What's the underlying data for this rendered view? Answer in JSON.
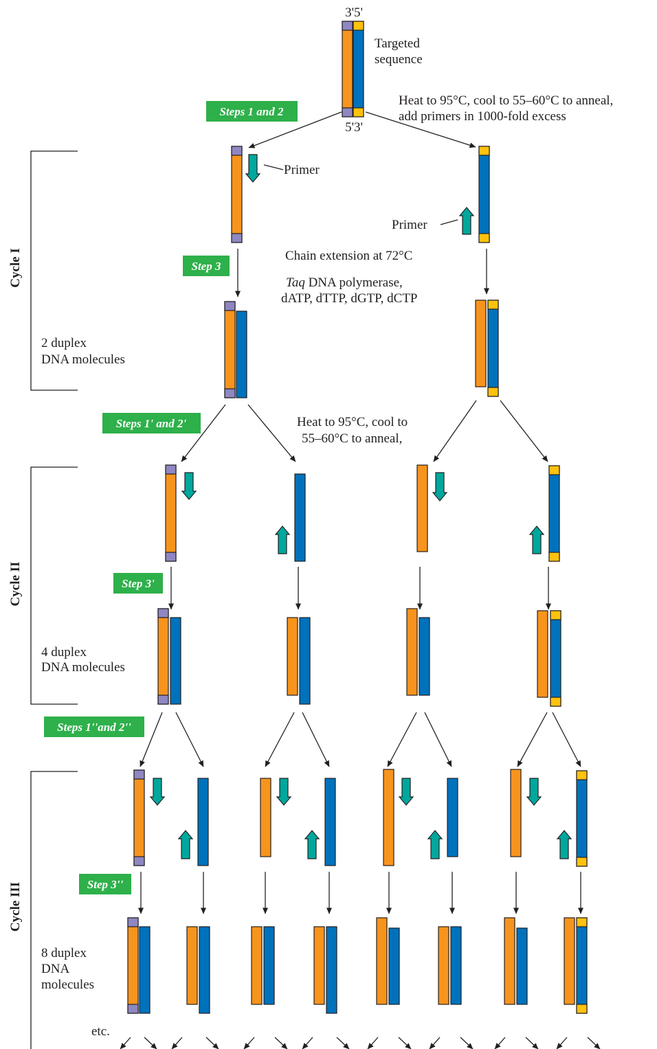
{
  "colors": {
    "orange": "#f7941d",
    "blue": "#0072bc",
    "lavender": "#8e87c2",
    "yellow": "#ffc20e",
    "teal": "#00a79d",
    "green": "#2eb04a"
  },
  "top": {
    "end_top": "3'5'",
    "end_bottom": "5'3'",
    "targeted": "Targeted",
    "sequence": "sequence",
    "heat_line1": "Heat to 95°C, cool to 55–60°C to anneal,",
    "heat_line2": "add primers in 1000-fold excess",
    "steps_12": "Steps 1 and 2"
  },
  "cycle1": {
    "label": "Cycle I",
    "primer_right": "Primer",
    "primer_left": "Primer",
    "step3": "Step 3",
    "chain_ext": "Chain extension at 72°C",
    "taq_italic": "Taq",
    "taq_rest": " DNA polymerase,",
    "dntps": "dATP, dTTP, dGTP, dCTP",
    "duplex1": "2 duplex",
    "duplex2": "DNA molecules"
  },
  "cycle2": {
    "label": "Cycle II",
    "steps_12p": "Steps 1' and 2'",
    "heat1": "Heat to 95°C, cool to",
    "heat2": "55–60°C to anneal,",
    "step3p": "Step 3'",
    "duplex1": "4 duplex",
    "duplex2": "DNA molecules"
  },
  "cycle3": {
    "label": "Cycle III",
    "steps_12pp": "Steps 1''and 2''",
    "step3pp": "Step 3''",
    "duplex1": "8 duplex",
    "duplex2": "DNA",
    "duplex3": "molecules",
    "etc": "etc."
  }
}
